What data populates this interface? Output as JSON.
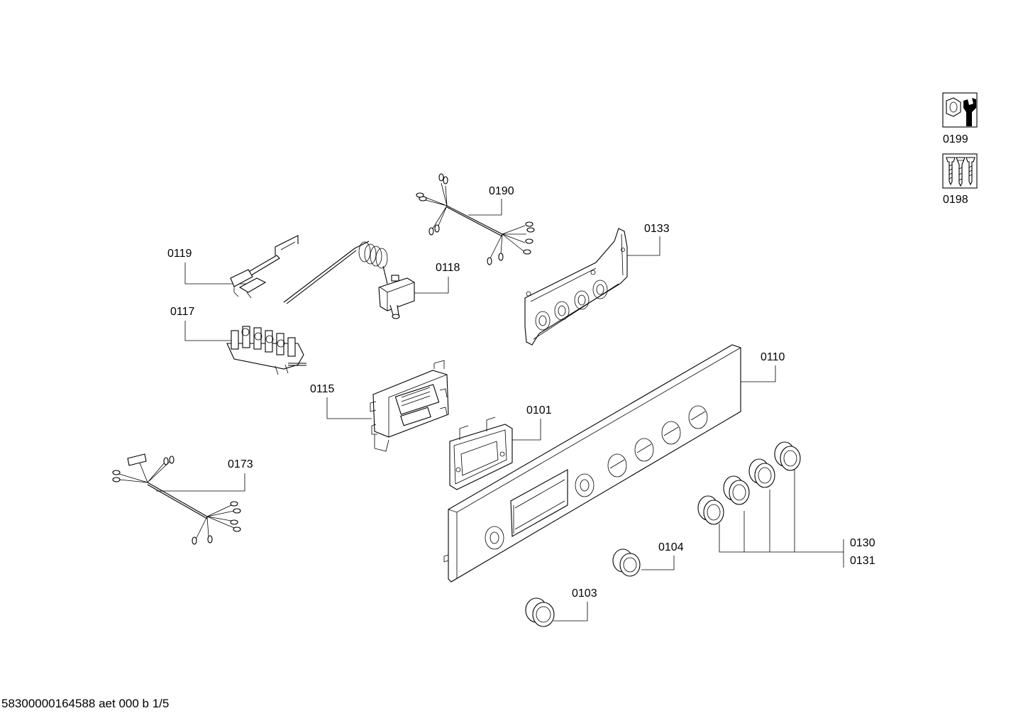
{
  "labels": {
    "p0190": "0190",
    "p0133": "0133",
    "p0119": "0119",
    "p0118": "0118",
    "p0117": "0117",
    "p0110": "0110",
    "p0115": "0115",
    "p0101": "0101",
    "p0173": "0173",
    "p0130": "0130",
    "p0131": "0131",
    "p0104": "0104",
    "p0103": "0103",
    "p0199": "0199",
    "p0198": "0198"
  },
  "icons": {
    "p0199": "nut-and-wrench-icon",
    "p0198": "screws-icon"
  },
  "footer": "58300000164588 aet 000 b 1/5"
}
